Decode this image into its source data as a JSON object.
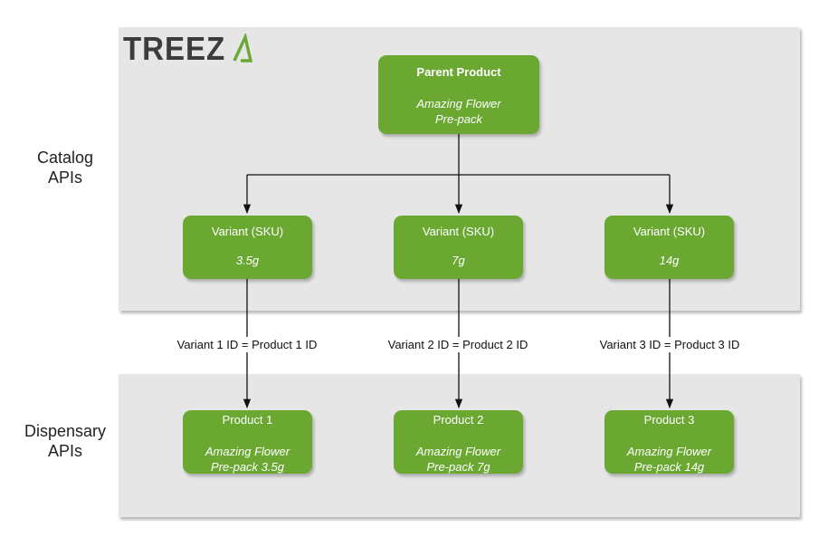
{
  "logo": {
    "text": "TREEZ"
  },
  "sections": {
    "catalog": {
      "label_line1": "Catalog",
      "label_line2": "APIs"
    },
    "dispensary": {
      "label_line1": "Dispensary",
      "label_line2": "APIs"
    }
  },
  "parent": {
    "title": "Parent Product",
    "sub_line1": "Amazing Flower",
    "sub_line2": "Pre-pack"
  },
  "variants": [
    {
      "title": "Variant (SKU)",
      "size": "3.5g"
    },
    {
      "title": "Variant (SKU)",
      "size": "7g"
    },
    {
      "title": "Variant (SKU)",
      "size": "14g"
    }
  ],
  "mappings": [
    "Variant 1 ID = Product 1 ID",
    "Variant 2 ID = Product 2 ID",
    "Variant 3 ID = Product 3 ID"
  ],
  "products": [
    {
      "title": "Product 1",
      "sub_line1": "Amazing Flower",
      "sub_line2": "Pre-pack 3.5g"
    },
    {
      "title": "Product 2",
      "sub_line1": "Amazing Flower",
      "sub_line2": "Pre-pack 7g"
    },
    {
      "title": "Product 3",
      "sub_line1": "Amazing Flower",
      "sub_line2": "Pre-pack 14g"
    }
  ],
  "colors": {
    "node_fill": "#6aa832",
    "band_fill": "#e6e6e6",
    "logo_text": "#3c3c3c",
    "logo_accent": "#6aa832"
  }
}
